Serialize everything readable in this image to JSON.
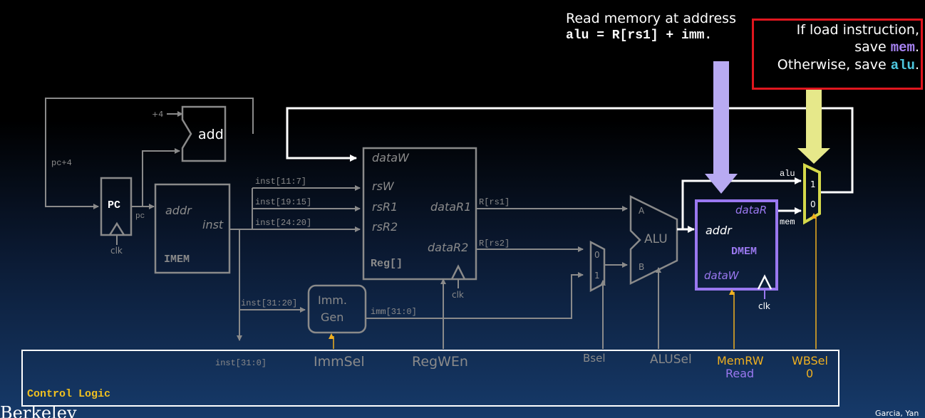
{
  "callout_left": {
    "line1": "Read memory at address",
    "line2": "alu = R[rs1] + imm."
  },
  "callout_right": {
    "line1": "If load instruction,",
    "line2_prefix": "save ",
    "line2_code": "mem",
    "line3_prefix": "Otherwise, save ",
    "line3_code": "alu",
    "border_color": "#e0161e"
  },
  "datapath": {
    "plus4": "+4",
    "add": "add",
    "pc4": "pc+4",
    "pc_block": "PC",
    "pc_wire": "pc",
    "clk": "clk",
    "imem_addr": "addr",
    "imem_inst": "inst",
    "imem_name": "IMEM",
    "inst_11_7": "inst[11:7]",
    "inst_19_15": "inst[19:15]",
    "inst_24_20": "inst[24:20]",
    "inst_31_20": "inst[31:20]",
    "inst_31_0": "inst[31:0]",
    "reg_dataW": "dataW",
    "reg_rsW": "rsW",
    "reg_rsR1": "rsR1",
    "reg_rsR2": "rsR2",
    "reg_dataR1": "dataR1",
    "reg_dataR2": "dataR2",
    "reg_name": "Reg[]",
    "r_rs1": "R[rs1]",
    "r_rs2": "R[rs2]",
    "immgen_l1": "Imm.",
    "immgen_l2": "Gen",
    "imm": "imm[31:0]",
    "mux_0": "0",
    "mux_1": "1",
    "alu_a": "A",
    "alu_b": "B",
    "alu_name": "ALU",
    "dmem_dataR": "dataR",
    "dmem_addr": "addr",
    "dmem_name": "DMEM",
    "dmem_dataW": "dataW",
    "wb_alu": "alu",
    "wb_mem": "mem",
    "wb_1": "1",
    "wb_0": "0"
  },
  "control": {
    "title": "Control Logic",
    "immsel": "ImmSel",
    "regwen": "RegWEn",
    "bsel": "Bsel",
    "alusel": "ALUSel",
    "memrw": "MemRW",
    "memrw_val": "Read",
    "wbsel": "WBSel",
    "wbsel_val": "0"
  },
  "footer": {
    "left_text": "Berkeley",
    "right_text": "Garcia, Yan"
  },
  "colors": {
    "active_wire": "#ffffff",
    "inactive": "#8a8a8a",
    "memory_active": "#9a78f0",
    "mux_active": "#d4d84a",
    "control_signal": "#f0b020",
    "arrow_purple": "#b8aaf2",
    "arrow_yellow": "#e6e88a"
  }
}
